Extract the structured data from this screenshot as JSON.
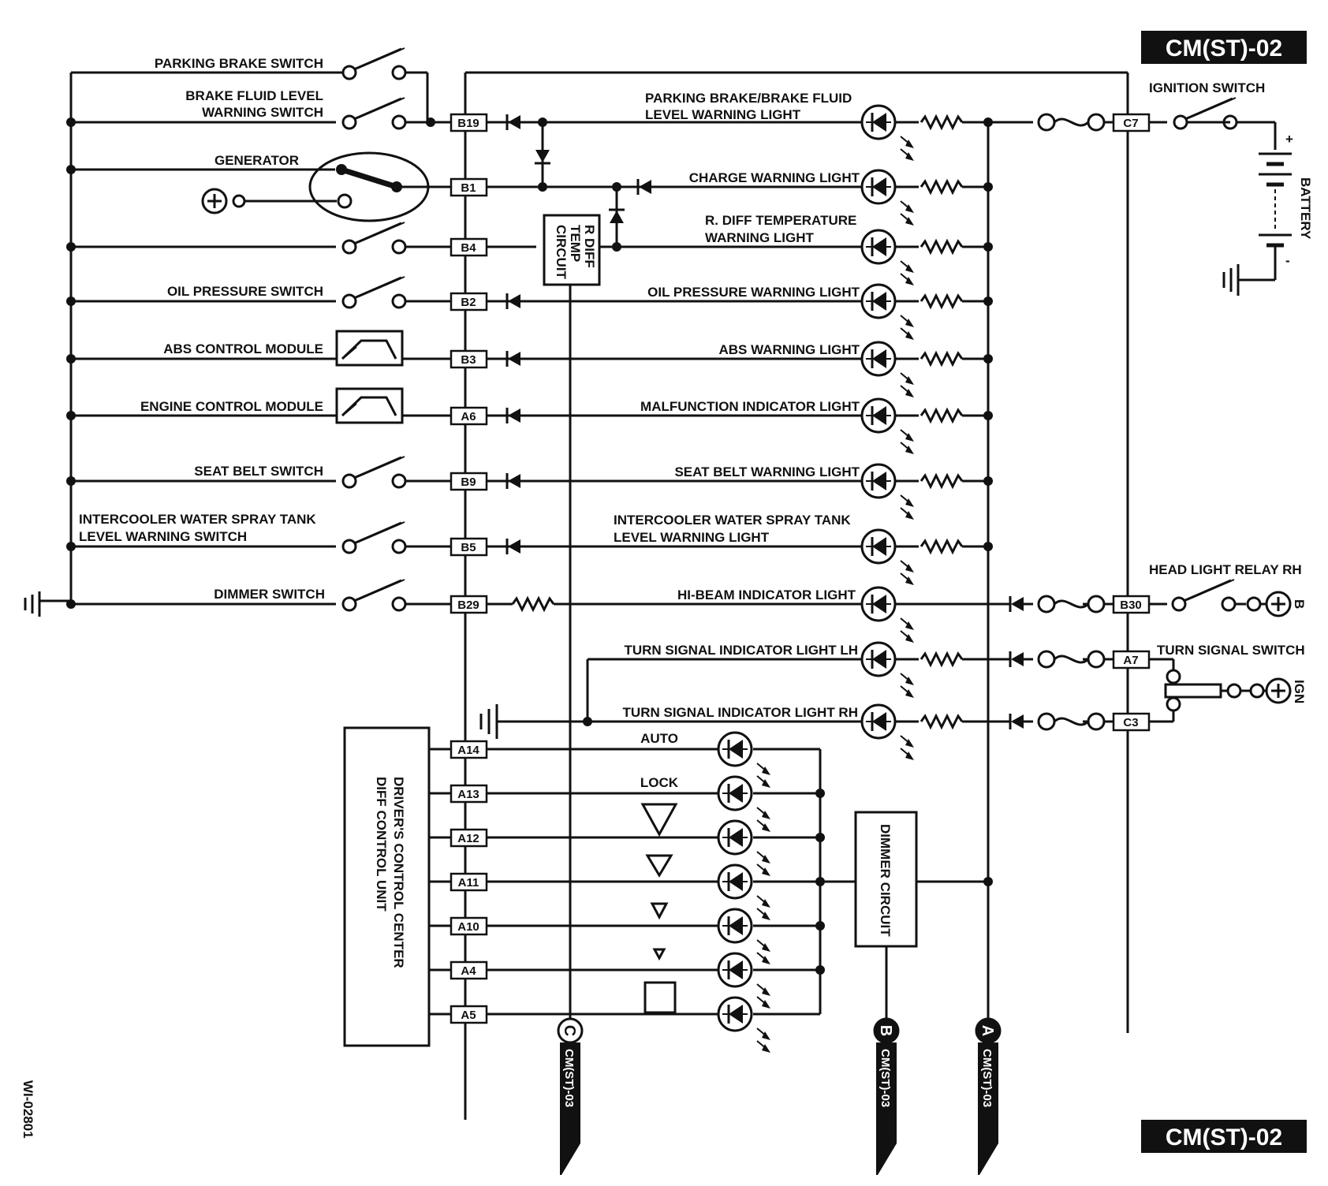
{
  "page_tag": "CM(ST)-02",
  "figure_id": "WI-02801",
  "left_devices": {
    "parking_brake_switch": "PARKING BRAKE SWITCH",
    "brake_fluid_level_switch": [
      "BRAKE FLUID LEVEL",
      "WARNING SWITCH"
    ],
    "generator": "GENERATOR",
    "oil_pressure_switch": "OIL PRESSURE SWITCH",
    "abs_control_module": "ABS CONTROL MODULE",
    "engine_control_module": "ENGINE CONTROL MODULE",
    "seat_belt_switch": "SEAT BELT SWITCH",
    "intercooler_switch": [
      "INTERCOOLER WATER SPRAY TANK",
      "LEVEL WARNING SWITCH"
    ],
    "dimmer_switch": "DIMMER SWITCH"
  },
  "connectors": {
    "b19": "B19",
    "b1": "B1",
    "b4": "B4",
    "b2": "B2",
    "b3": "B3",
    "a6": "A6",
    "b9": "B9",
    "b5": "B5",
    "b29": "B29",
    "a14": "A14",
    "a13": "A13",
    "a12": "A12",
    "a11": "A11",
    "a10": "A10",
    "a4": "A4",
    "a5": "A5",
    "c7": "C7",
    "b30": "B30",
    "a7": "A7",
    "c3": "C3"
  },
  "lights": {
    "parking_brake_light": [
      "PARKING BRAKE/BRAKE FLUID",
      "LEVEL WARNING LIGHT"
    ],
    "charge_light": "CHARGE WARNING LIGHT",
    "rdiff_light": [
      "R. DIFF TEMPERATURE",
      "WARNING LIGHT"
    ],
    "oil_light": "OIL PRESSURE WARNING LIGHT",
    "abs_light": "ABS WARNING LIGHT",
    "mil_light": "MALFUNCTION INDICATOR LIGHT",
    "seat_belt_light": "SEAT BELT WARNING LIGHT",
    "intercooler_light": [
      "INTERCOOLER WATER SPRAY TANK",
      "LEVEL WARNING LIGHT"
    ],
    "hibeam_light": "HI-BEAM INDICATOR LIGHT",
    "turn_lh": "TURN SIGNAL INDICATOR LIGHT LH",
    "turn_rh": "TURN SIGNAL INDICATOR LIGHT RH",
    "auto": "AUTO",
    "lock": "LOCK"
  },
  "right_side": {
    "ignition_switch": "IGNITION SWITCH",
    "battery": "BATTERY",
    "plus": "+",
    "minus": "-",
    "head_light_relay": "HEAD LIGHT RELAY RH",
    "turn_signal_switch": "TURN SIGNAL SWITCH",
    "b_terminal": "B",
    "ign_terminal": "IGN"
  },
  "blocks": {
    "rdiff_circuit": [
      "R DIFF",
      "TEMP",
      "CIRCUIT"
    ],
    "dccd_unit": [
      "DRIVER'S CONTROL CENTER",
      "DIFF CONTROL UNIT"
    ],
    "dimmer_circuit": "DIMMER CIRCUIT"
  },
  "continuations": {
    "c": {
      "letter": "C",
      "ref": "CM(ST)-03"
    },
    "b": {
      "letter": "B",
      "ref": "CM(ST)-03"
    },
    "a": {
      "letter": "A",
      "ref": "CM(ST)-03"
    }
  }
}
